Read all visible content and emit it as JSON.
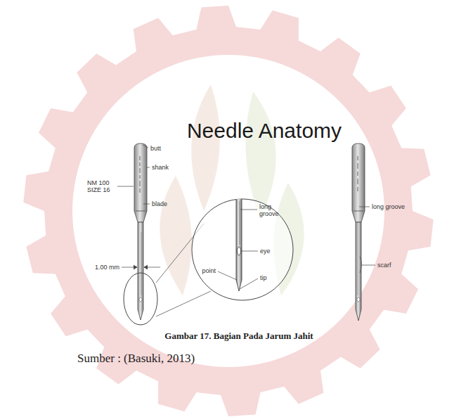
{
  "diagram": {
    "title": "Needle Anatomy",
    "caption": "Gambar 17. Bagian Pada Jarum Jahit",
    "labels": [
      "butt",
      "shank",
      "NM 100 SIZE 16",
      "blade",
      "1.00 mm",
      "long groove",
      "eye",
      "point",
      "tip",
      "long groove",
      "scarf",
      "Sumber : (Basuki, 2013)"
    ]
  }
}
